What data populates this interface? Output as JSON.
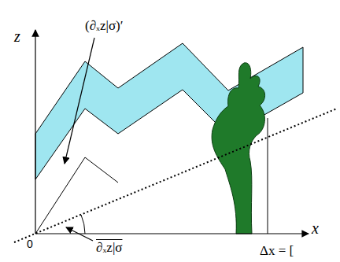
{
  "diagram": {
    "labels": [
      "z",
      "x",
      "0",
      "(∂ₓz|σ)′",
      "∂ₓz|σ",
      "Δx = ["
    ]
  }
}
